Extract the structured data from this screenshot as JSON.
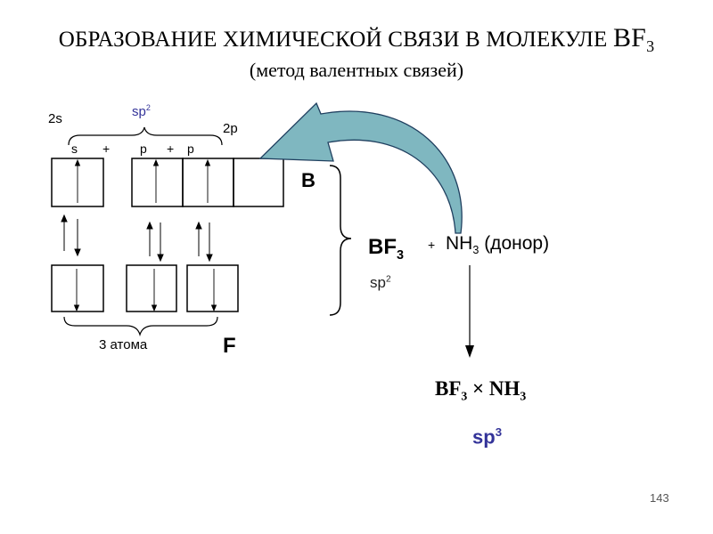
{
  "slide": {
    "title_prefix": "ОБРАЗОВАНИЕ ХИМИЧЕСКОЙ СВЯЗИ В МОЛЕКУЛЕ ",
    "title_formula": "BF",
    "title_formula_sub": "3",
    "subtitle": "(метод валентных связей)",
    "page_number": "143"
  },
  "boron": {
    "label_2s": "2s",
    "label_sp2_base": "sp",
    "label_sp2_sup": "2",
    "label_2p": "2p",
    "label_s": "s",
    "label_plus1": "+",
    "label_p1": "p",
    "label_plus2": "+",
    "label_p2": "p",
    "atom_symbol": "B"
  },
  "fluorine": {
    "atoms_label": "3 атома",
    "atom_symbol": "F"
  },
  "molecule": {
    "bf3_base": "BF",
    "bf3_sub": "3",
    "hyb_base": "sp",
    "hyb_sup": "2",
    "plus": "+",
    "nh3_base": "NH",
    "nh3_sub": "3",
    "donor": " (донор)"
  },
  "product": {
    "bf3_base": "BF",
    "bf3_sub": "3",
    "times": " × ",
    "nh3_base": "NH",
    "nh3_sub": "3",
    "hyb_base": "sp",
    "hyb_sup": "3"
  },
  "colors": {
    "accent_blue": "#333399",
    "curved_arrow_fill": "#7fb7c0",
    "curved_arrow_stroke": "#1f3f5f"
  }
}
